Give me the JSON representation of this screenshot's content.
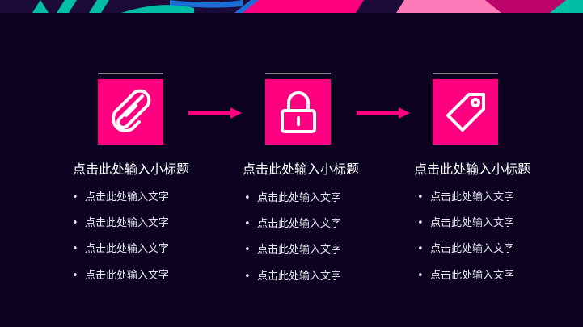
{
  "colors": {
    "background": "#0b0320",
    "accent": "#ff0080"
  },
  "columns": [
    {
      "icon": "paperclip-icon",
      "title": "点击此处输入小标题",
      "items": [
        "点击此处输入文字",
        "点击此处输入文字",
        "点击此处输入文字",
        "点击此处输入文字"
      ]
    },
    {
      "icon": "lock-icon",
      "title": "点击此处输入小标题",
      "items": [
        "点击此处输入文字",
        "点击此处输入文字",
        "点击此处输入文字",
        "点击此处输入文字"
      ]
    },
    {
      "icon": "tag-icon",
      "title": "点击此处输入小标题",
      "items": [
        "点击此处输入文字",
        "点击此处输入文字",
        "点击此处输入文字",
        "点击此处输入文字"
      ]
    }
  ]
}
